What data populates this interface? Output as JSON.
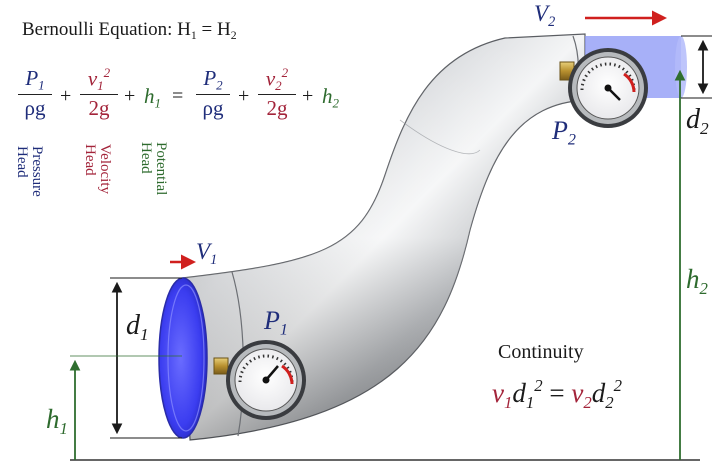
{
  "title": {
    "prefix": "Bernoulli Equation: H",
    "sub1": "1",
    "middle": " = H",
    "sub2": "2"
  },
  "equation": {
    "p1": "P",
    "p1_sub": "1",
    "rho_g_1": "ρg",
    "v1": "v",
    "v1_sub": "1",
    "v1_sup": "2",
    "two_g_1": "2g",
    "h1": "h",
    "h1_sub": "1",
    "p2": "P",
    "p2_sub": "2",
    "rho_g_2": "ρg",
    "v2": "v",
    "v2_sub": "2",
    "v2_sup": "2",
    "two_g_2": "2g",
    "h2": "h",
    "h2_sub": "2",
    "plus": "+",
    "equals": "="
  },
  "head_labels": {
    "pressure_line1": "Pressure",
    "pressure_line2": "Head",
    "velocity_line1": "Velocity",
    "velocity_line2": "Head",
    "potential_line1": "Potential",
    "potential_line2": "Head"
  },
  "labels": {
    "v1": "V",
    "v1_sub": "1",
    "v2": "V",
    "v2_sub": "2",
    "p1": "P",
    "p1_sub": "1",
    "p2": "P",
    "p2_sub": "2",
    "d1": "d",
    "d1_sub": "1",
    "d2": "d",
    "d2_sub": "2",
    "h1": "h",
    "h1_sub": "1",
    "h2": "h",
    "h2_sub": "2"
  },
  "continuity": {
    "title": "Continuity",
    "v1": "v",
    "v1_sub": "1",
    "d1": "d",
    "d1_sub": "1",
    "d1_sup": "2",
    "equals": "=",
    "v2": "v",
    "v2_sub": "2",
    "d2": "d",
    "d2_sub": "2",
    "d2_sup": "2"
  },
  "colors": {
    "pressure": "#1f2d7a",
    "velocity": "#a3243a",
    "potential": "#2e6b2e",
    "flow_arrow": "#d0201e",
    "inlet_water": "#3b3df0",
    "outlet_water": "#8a96f5",
    "pipe": "#a8abb0",
    "dimension": "#1a1a1a",
    "height_arrow": "#2f6e2f",
    "text": "#1a1a1a"
  }
}
